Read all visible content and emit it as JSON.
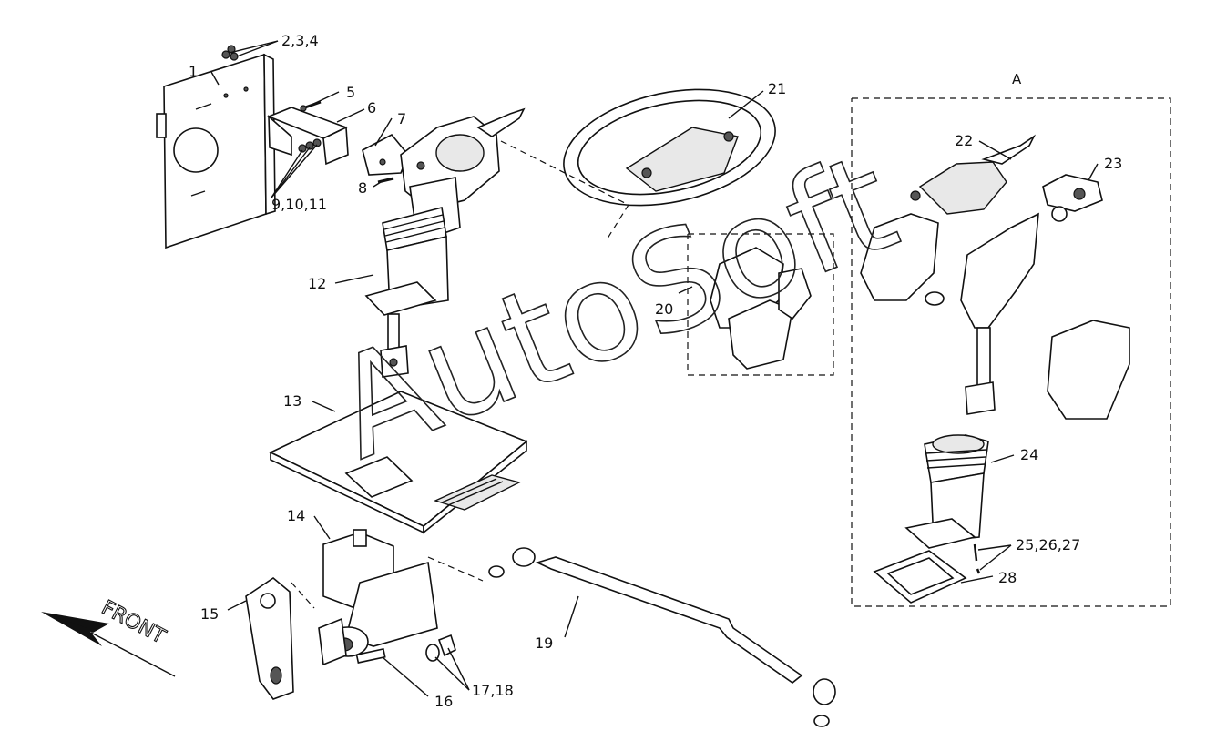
{
  "diagram": {
    "group_label": "A",
    "watermark": "AutoSoft",
    "direction_label": "FRONT",
    "callouts": {
      "c1": "1",
      "c2": "2,3,4",
      "c5": "5",
      "c6": "6",
      "c7": "7",
      "c8": "8",
      "c9": "9,10,11",
      "c12": "12",
      "c13": "13",
      "c14": "14",
      "c15": "15",
      "c16": "16",
      "c17": "17,18",
      "c19": "19",
      "c20": "20",
      "c21": "21",
      "c22": "22",
      "c23": "23",
      "c24": "24",
      "c25": "25,26,27",
      "c28": "28"
    }
  }
}
